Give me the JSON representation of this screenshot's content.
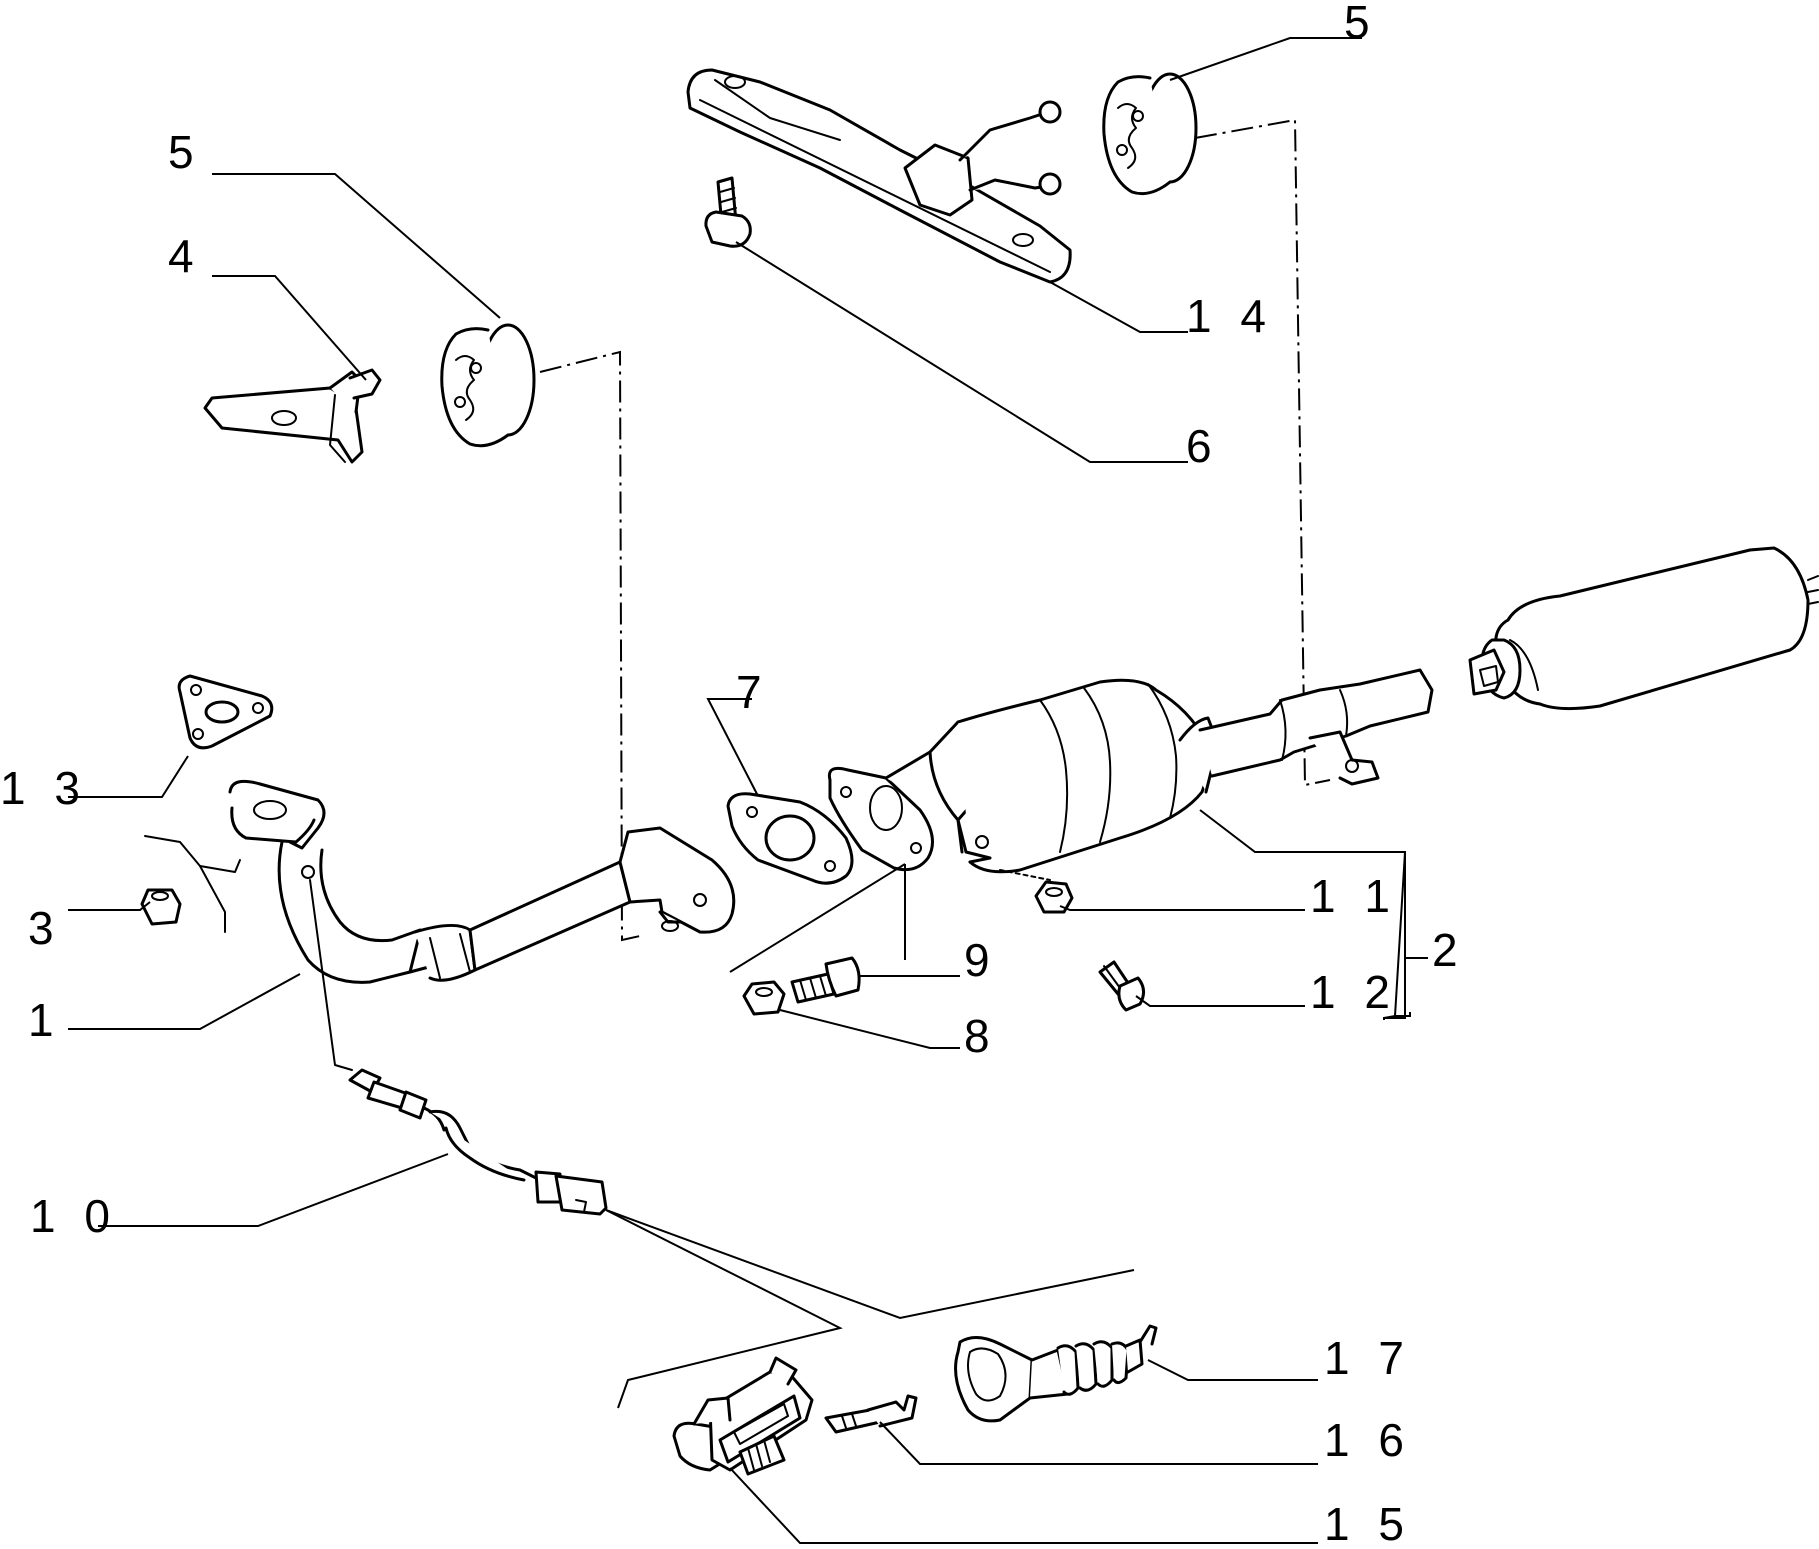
{
  "callouts": {
    "c1": "1",
    "c2": "2",
    "c3": "3",
    "c4": "4",
    "c5_left": "5",
    "c5_top": "5",
    "c6": "6",
    "c7": "7",
    "c8": "8",
    "c9": "9",
    "c10": "1 0",
    "c11": "1 1",
    "c12": "1 2",
    "c13": "1 3",
    "c14": "1 4",
    "c15": "1 5",
    "c16": "1 6",
    "c17": "1 7"
  }
}
